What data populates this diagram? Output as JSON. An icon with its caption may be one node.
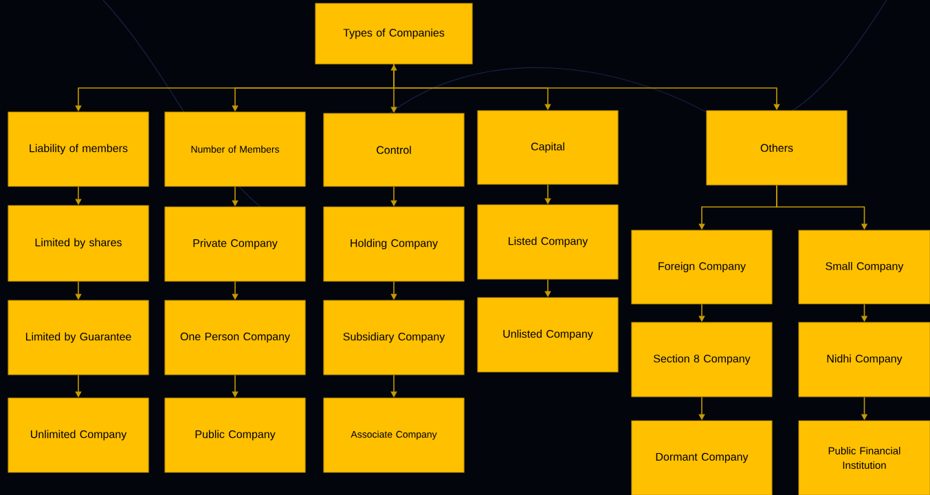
{
  "diagram": {
    "nodes": [
      {
        "text": [
          "Types of Companies"
        ]
      },
      {
        "text": [
          "Liability of members"
        ]
      },
      {
        "text": [
          "Limited by shares"
        ]
      },
      {
        "text": [
          "Limited by Guarantee"
        ]
      },
      {
        "text": [
          "Unlimited Company"
        ]
      },
      {
        "text": [
          "Number of Members"
        ]
      },
      {
        "text": [
          "Private Company"
        ]
      },
      {
        "text": [
          "One Person Company"
        ]
      },
      {
        "text": [
          "Public Company"
        ]
      },
      {
        "text": [
          "Control"
        ]
      },
      {
        "text": [
          "Holding Company"
        ]
      },
      {
        "text": [
          "Subsidiary Company"
        ]
      },
      {
        "text": [
          "Associate Company"
        ]
      },
      {
        "text": [
          "Capital"
        ]
      },
      {
        "text": [
          "Listed Company"
        ]
      },
      {
        "text": [
          "Unlisted Company"
        ]
      },
      {
        "text": [
          "Others"
        ]
      },
      {
        "text": [
          "Foreign Company"
        ]
      },
      {
        "text": [
          "Section 8 Company"
        ]
      },
      {
        "text": [
          "Dormant Company"
        ]
      },
      {
        "text": [
          "Small Company"
        ]
      },
      {
        "text": [
          "Nidhi Company"
        ]
      },
      {
        "text": [
          "Public Financial Institution"
        ]
      }
    ],
    "edges": [
      {
        "from": 0,
        "to": 1,
        "arrow": "to"
      },
      {
        "from": 0,
        "to": 5,
        "arrow": "to"
      },
      {
        "from": 0,
        "to": 9,
        "arrow": "both"
      },
      {
        "from": 0,
        "to": 13,
        "arrow": "to"
      },
      {
        "from": 0,
        "to": 16,
        "arrow": "to"
      },
      {
        "from": 1,
        "to": 2,
        "arrow": "to"
      },
      {
        "from": 2,
        "to": 3,
        "arrow": "to"
      },
      {
        "from": 3,
        "to": 4,
        "arrow": "to"
      },
      {
        "from": 5,
        "to": 6,
        "arrow": "to"
      },
      {
        "from": 6,
        "to": 7,
        "arrow": "to"
      },
      {
        "from": 7,
        "to": 8,
        "arrow": "to"
      },
      {
        "from": 9,
        "to": 10,
        "arrow": "to"
      },
      {
        "from": 10,
        "to": 11,
        "arrow": "to"
      },
      {
        "from": 11,
        "to": 12,
        "arrow": "to"
      },
      {
        "from": 13,
        "to": 14,
        "arrow": "to"
      },
      {
        "from": 14,
        "to": 15,
        "arrow": "to"
      },
      {
        "from": 16,
        "to": 17,
        "arrow": "to"
      },
      {
        "from": 16,
        "to": 20,
        "arrow": "to"
      },
      {
        "from": 17,
        "to": 18,
        "arrow": "to"
      },
      {
        "from": 18,
        "to": 19,
        "arrow": "to"
      },
      {
        "from": 20,
        "to": 21,
        "arrow": "to"
      },
      {
        "from": 21,
        "to": 22,
        "arrow": "to"
      }
    ]
  }
}
